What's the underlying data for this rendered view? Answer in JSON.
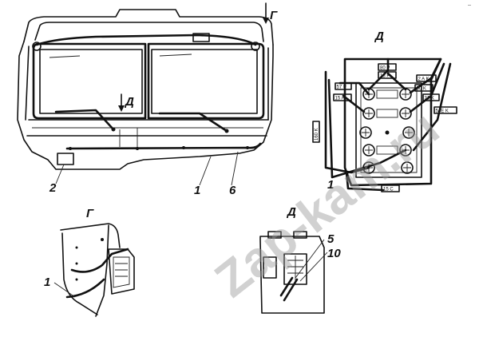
{
  "labels": {
    "view_g_arrow": "Г",
    "view_d_arrow": "Д",
    "view_d_title": "Д",
    "view_g_title": "Г",
    "view_d2_title": "Д",
    "num_1_main": "1",
    "num_2_main": "2",
    "num_6_main": "6",
    "num_1_view_d": "1",
    "num_1_view_g": "1",
    "num_5": "5",
    "num_10": "10"
  },
  "connector_tags": {
    "t80p": "80 P",
    "t18p": "18 P",
    "t57p": "57 P",
    "t15a": "15 A",
    "t2ak": "2 A K",
    "t50k": "50 K",
    "t31k": "31 K",
    "t54ek": "54E K",
    "t160k": "160 K",
    "t15c": "15 C"
  },
  "watermark": "Zap-kam.ru",
  "corner_mark": "--"
}
